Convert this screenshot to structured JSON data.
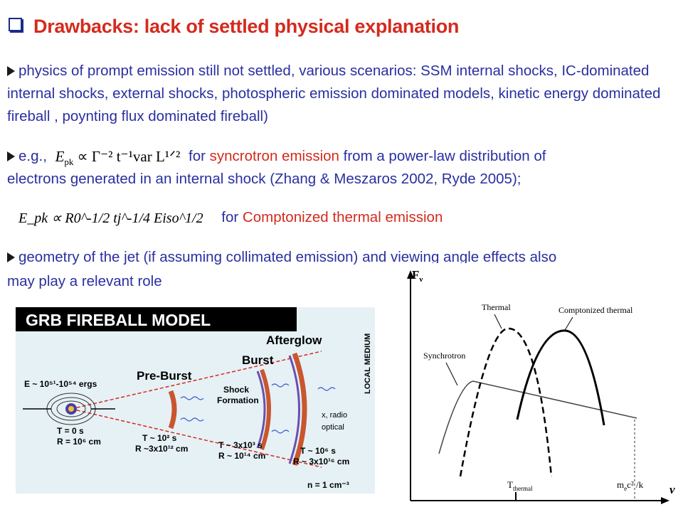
{
  "slide": {
    "heading": "Drawbacks: lack of settled physical explanation",
    "bullet1": "physics of prompt emission still not settled, various scenarios: SSM internal shocks, IC-dominated internal shocks, external shocks, photospheric emission dominated models, kinetic energy dominated fireball , poynting flux dominated fireball)",
    "bullet2": {
      "prefix": "e.g.,",
      "eq_lhs": "E",
      "eq_lhs_sub": "pk",
      "eq_rhs": "∝ Γ⁻² t⁻¹var L¹ᐟ²",
      "for": "for",
      "highlight": "syncrotron emission",
      "rest": "from a power-law distribution of",
      "line2": "electrons generated in an internal shock (Zhang & Meszaros 2002, Ryde 2005);"
    },
    "bullet3": {
      "eq": "E_pk ∝ R0^-1/2 tj^-1/4 Eiso^1/2",
      "for": "for",
      "highlight": "Comptonized thermal emission"
    },
    "bullet4": {
      "line1": "geometry of the jet (if assuming collimated emission) and viewing angle effects also",
      "line2": "may play a relevant role"
    }
  },
  "fireball_figure": {
    "title": "GRB FIREBALL MODEL",
    "pre_burst": "Pre-Burst",
    "burst": "Burst",
    "afterglow": "Afterglow",
    "shock": "Shock",
    "formation": "Formation",
    "local_medium": "LOCAL MEDIUM",
    "xray": "x, radio",
    "optical": "optical",
    "energy": "E ~ 10⁵¹-10⁵⁴ ergs",
    "t0": "T = 0 s",
    "r0": "R = 10⁶ cm",
    "t1": "T ~ 10² s",
    "r1": "R ~3x10¹² cm",
    "t2": "T ~ 3x10³ s",
    "r2": "R ~ 10¹⁴ cm",
    "t3": "T ~ 10⁶ s",
    "r3": "R ~ 3x10¹⁶ cm",
    "density": "n = 1 cm⁻³",
    "colors": {
      "bg": "#e6f1f6",
      "title_bg": "#000000",
      "shell": "#c8572e",
      "cone": "#d42a1e"
    }
  },
  "spectrum_figure": {
    "y_label": "F",
    "y_sub": "ν",
    "x_label": "ν",
    "thermal": "Thermal",
    "comptonized": "Comptonized thermal",
    "synchrotron": "Synchrotron",
    "t_thermal": "T",
    "t_thermal_sub": "thermal",
    "mec2": "m",
    "mec2_rest": "c² /k",
    "mec2_sub": "e"
  }
}
